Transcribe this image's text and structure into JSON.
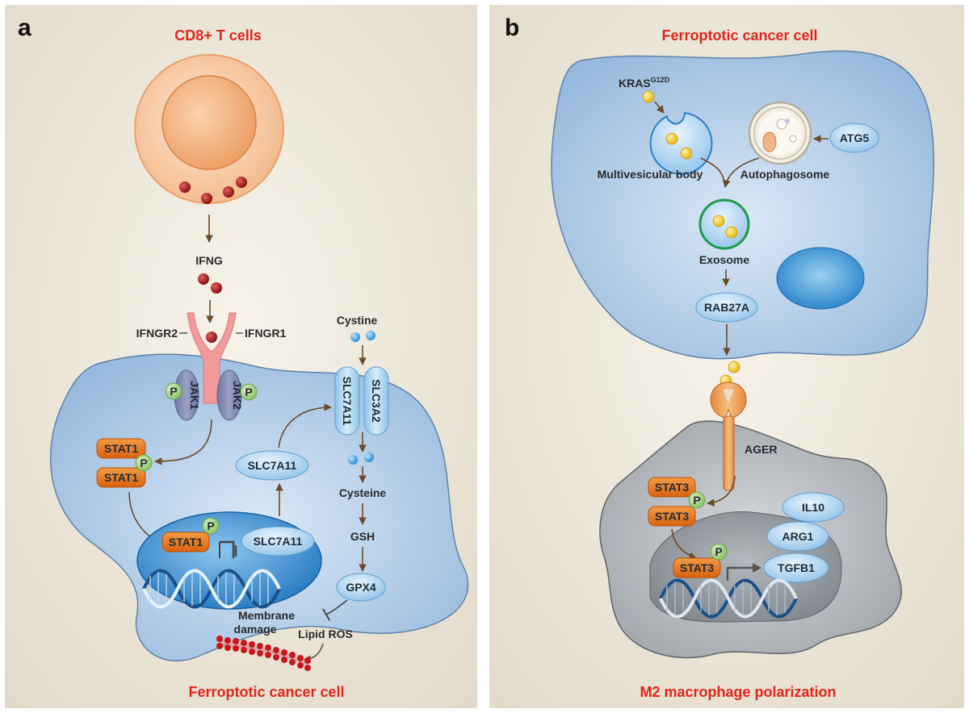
{
  "panel_a": {
    "letter": "a",
    "title_top": "CD8+ T cells",
    "title_bottom": "Ferroptotic cancer cell",
    "ifng": "IFNG",
    "ifngr2": "IFNGR2",
    "ifngr1": "IFNGR1",
    "jak1": "JAK1",
    "jak2": "JAK2",
    "p": "P",
    "stat1": "STAT1",
    "slc7a11": "SLC7A11",
    "slc3a2": "SLC3A2",
    "cystine": "Cystine",
    "cysteine": "Cysteine",
    "gsh": "GSH",
    "gpx4": "GPX4",
    "lipid_ros": "Lipid ROS",
    "membrane_damage_1": "Membrane",
    "membrane_damage_2": "damage"
  },
  "panel_b": {
    "letter": "b",
    "title_top": "Ferroptotic cancer cell",
    "title_bottom": "M2 macrophage polarization",
    "kras": "KRAS",
    "kras_sup": "G12D",
    "mvb": "Multivesicular body",
    "autophagosome": "Autophagosome",
    "atg5": "ATG5",
    "exosome": "Exosome",
    "rab27a": "RAB27A",
    "ager": "AGER",
    "stat3": "STAT3",
    "p": "P",
    "il10": "IL10",
    "arg1": "ARG1",
    "tgfb1": "TGFB1"
  },
  "colors": {
    "title_red": "#e1251b",
    "cell_blue": "#a7c6e4",
    "macrophage_gray": "#a3a7ab",
    "stat_orange": "#e9761e",
    "phospho_green": "#a5d28a",
    "jak_purple": "#7f86b0",
    "receptor_pink": "#ef9a9a",
    "ifng_red": "#a11a1a",
    "cystine_blue": "#3f9fdc",
    "vesicle_yellow": "#f2cc2e"
  }
}
